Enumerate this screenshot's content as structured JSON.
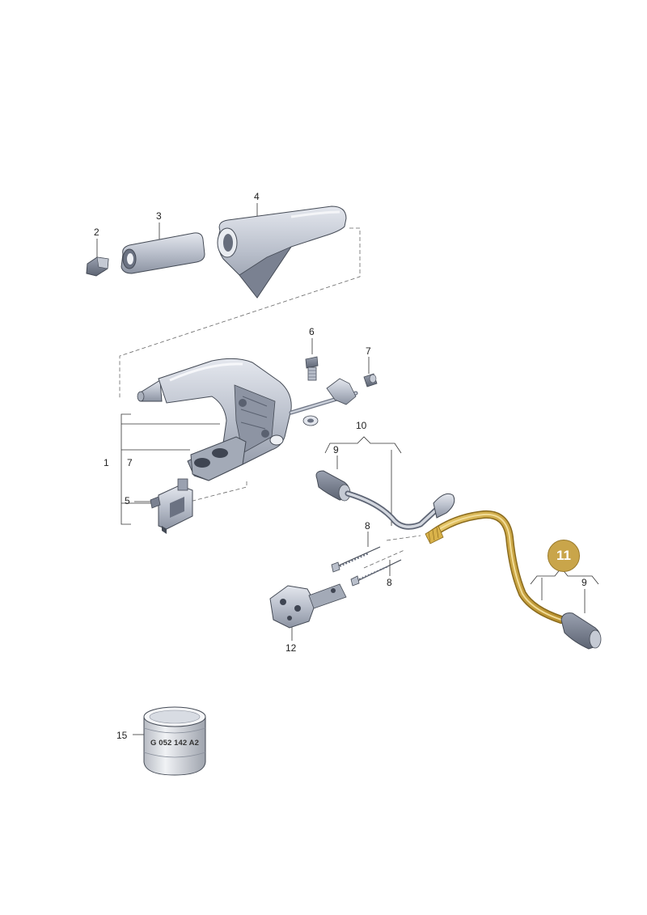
{
  "diagram": {
    "callouts": {
      "c1": "1",
      "c1_qty": "7",
      "c2": "2",
      "c3": "3",
      "c4": "4",
      "c5": "5",
      "c6": "6",
      "c7": "7",
      "c8a": "8",
      "c8b": "8",
      "c9a": "9",
      "c9b": "9",
      "c10": "10",
      "c11": "11",
      "c12": "12",
      "c15": "15"
    },
    "can_label": "G 052 142 A2",
    "colors": {
      "part_fill": "#c9ced8",
      "part_dark": "#7f8696",
      "outline": "#444a55",
      "highlight_badge": "#c9a54a",
      "highlight_cable": "#d9b24a"
    }
  }
}
